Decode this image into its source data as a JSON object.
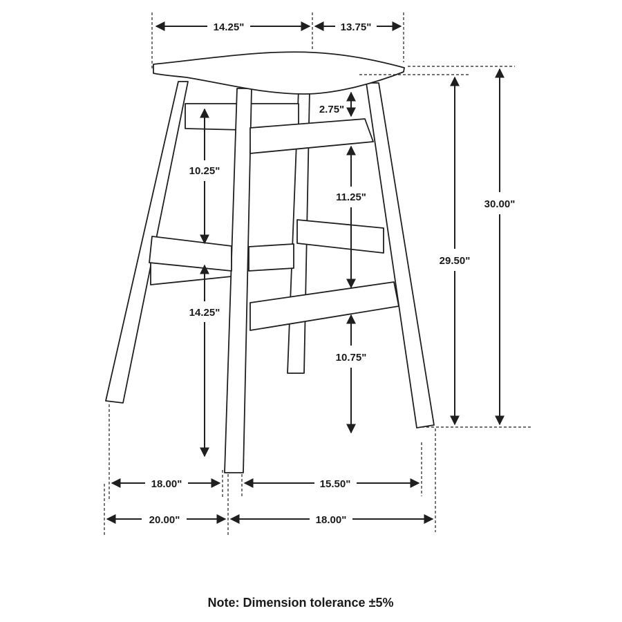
{
  "dimensions": {
    "seat_width": "14.25\"",
    "seat_depth": "13.75\"",
    "seat_thickness": "2.75\"",
    "rail_gap_left": "10.25\"",
    "rail_gap_right": "11.25\"",
    "lower_rail_left": "14.25\"",
    "lower_rail_right": "10.75\"",
    "seat_height": "29.50\"",
    "overall_height": "30.00\"",
    "base_depth_inner": "18.00\"",
    "base_depth_outer": "20.00\"",
    "base_width_inner": "15.50\"",
    "base_width_outer": "18.00\""
  },
  "note": "Note: Dimension tolerance ±5%"
}
